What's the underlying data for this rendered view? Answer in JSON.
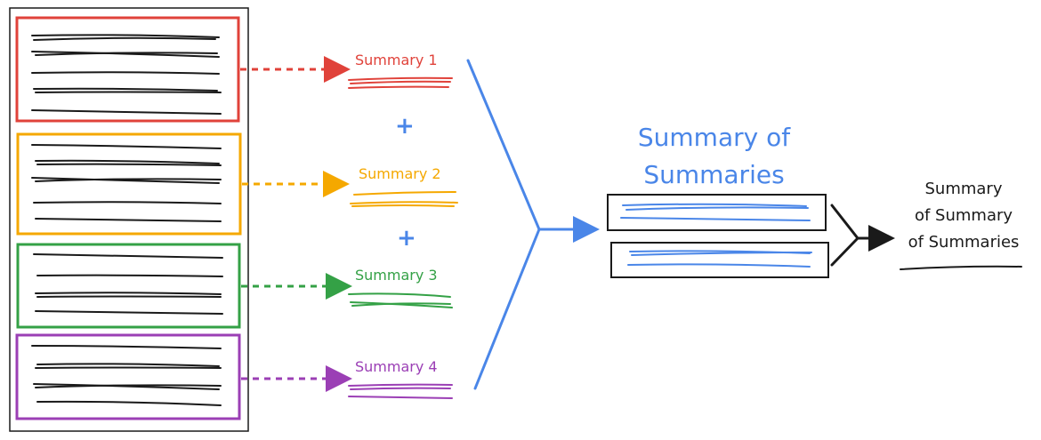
{
  "colors": {
    "red": "#e0423a",
    "orange": "#f5a800",
    "green": "#34a146",
    "purple": "#9b3fb5",
    "blue": "#4a86e8",
    "ink": "#1a1a1a"
  },
  "summaries": [
    {
      "label": "Summary 1",
      "color": "#e0423a"
    },
    {
      "label": "Summary 2",
      "color": "#f5a800"
    },
    {
      "label": "Summary 3",
      "color": "#34a146"
    },
    {
      "label": "Summary 4",
      "color": "#9b3fb5"
    }
  ],
  "plus_sign": "+",
  "summary_of_summaries": {
    "line1": "Summary of",
    "line2": "Summaries"
  },
  "final": {
    "line1": "Summary",
    "line2": "of Summary",
    "line3": "of Summaries"
  }
}
